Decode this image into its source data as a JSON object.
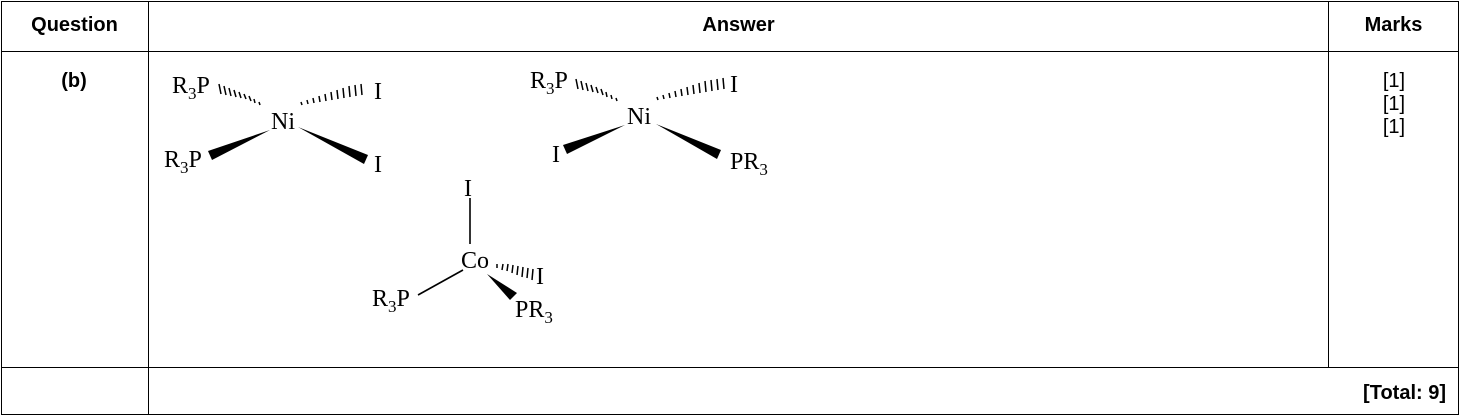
{
  "table": {
    "headers": {
      "question": "Question",
      "answer": "Answer",
      "marks": "Marks"
    },
    "row": {
      "question": "(b)",
      "marks": [
        "[1]",
        "[1]",
        "[1]"
      ]
    },
    "total": "[Total: 9]"
  },
  "structures": {
    "structure1": {
      "center": "Ni",
      "ligand_r3p": "R",
      "sub3": "3",
      "p": "P",
      "iodide": "I"
    },
    "structure2": {
      "center": "Ni",
      "ligand_r3p": "R",
      "sub3": "3",
      "p": "P",
      "iodide": "I",
      "pr": "PR"
    },
    "structure3": {
      "center": "Co",
      "ligand_r3p": "R",
      "sub3": "3",
      "p": "P",
      "iodide": "I",
      "pr": "PR"
    }
  }
}
